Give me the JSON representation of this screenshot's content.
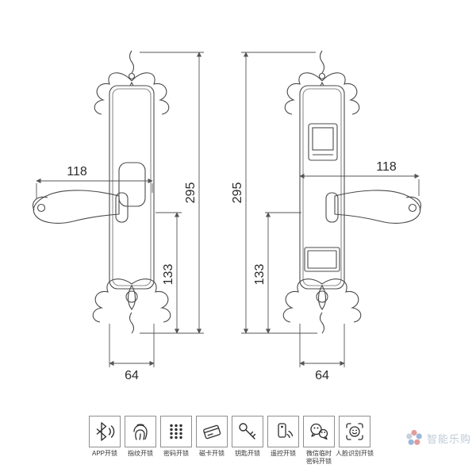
{
  "drawing": {
    "left_view": {
      "dim_handle_length": "118",
      "dim_total_height": "295",
      "dim_center_to_bottom": "133",
      "dim_plate_width": "64"
    },
    "right_view": {
      "dim_handle_length": "118",
      "dim_total_height": "295",
      "dim_center_to_bottom": "133",
      "dim_plate_width": "64"
    }
  },
  "features": [
    {
      "label": "APP开锁",
      "icon": "bluetooth-signal-icon"
    },
    {
      "label": "指纹开锁",
      "icon": "fingerprint-icon"
    },
    {
      "label": "密码开锁",
      "icon": "keypad-icon"
    },
    {
      "label": "磁卡开锁",
      "icon": "card-swipe-icon"
    },
    {
      "label": "钥匙开锁",
      "icon": "key-icon"
    },
    {
      "label": "遥控开锁",
      "icon": "remote-control-icon"
    },
    {
      "label": "微信临时密码开锁",
      "icon": "wechat-icon"
    },
    {
      "label": "人脸识别开锁",
      "icon": "face-recognition-icon"
    }
  ],
  "watermark": {
    "text": "智能乐购"
  },
  "colors": {
    "line": "#4a4a4a",
    "dim": "#555555"
  }
}
